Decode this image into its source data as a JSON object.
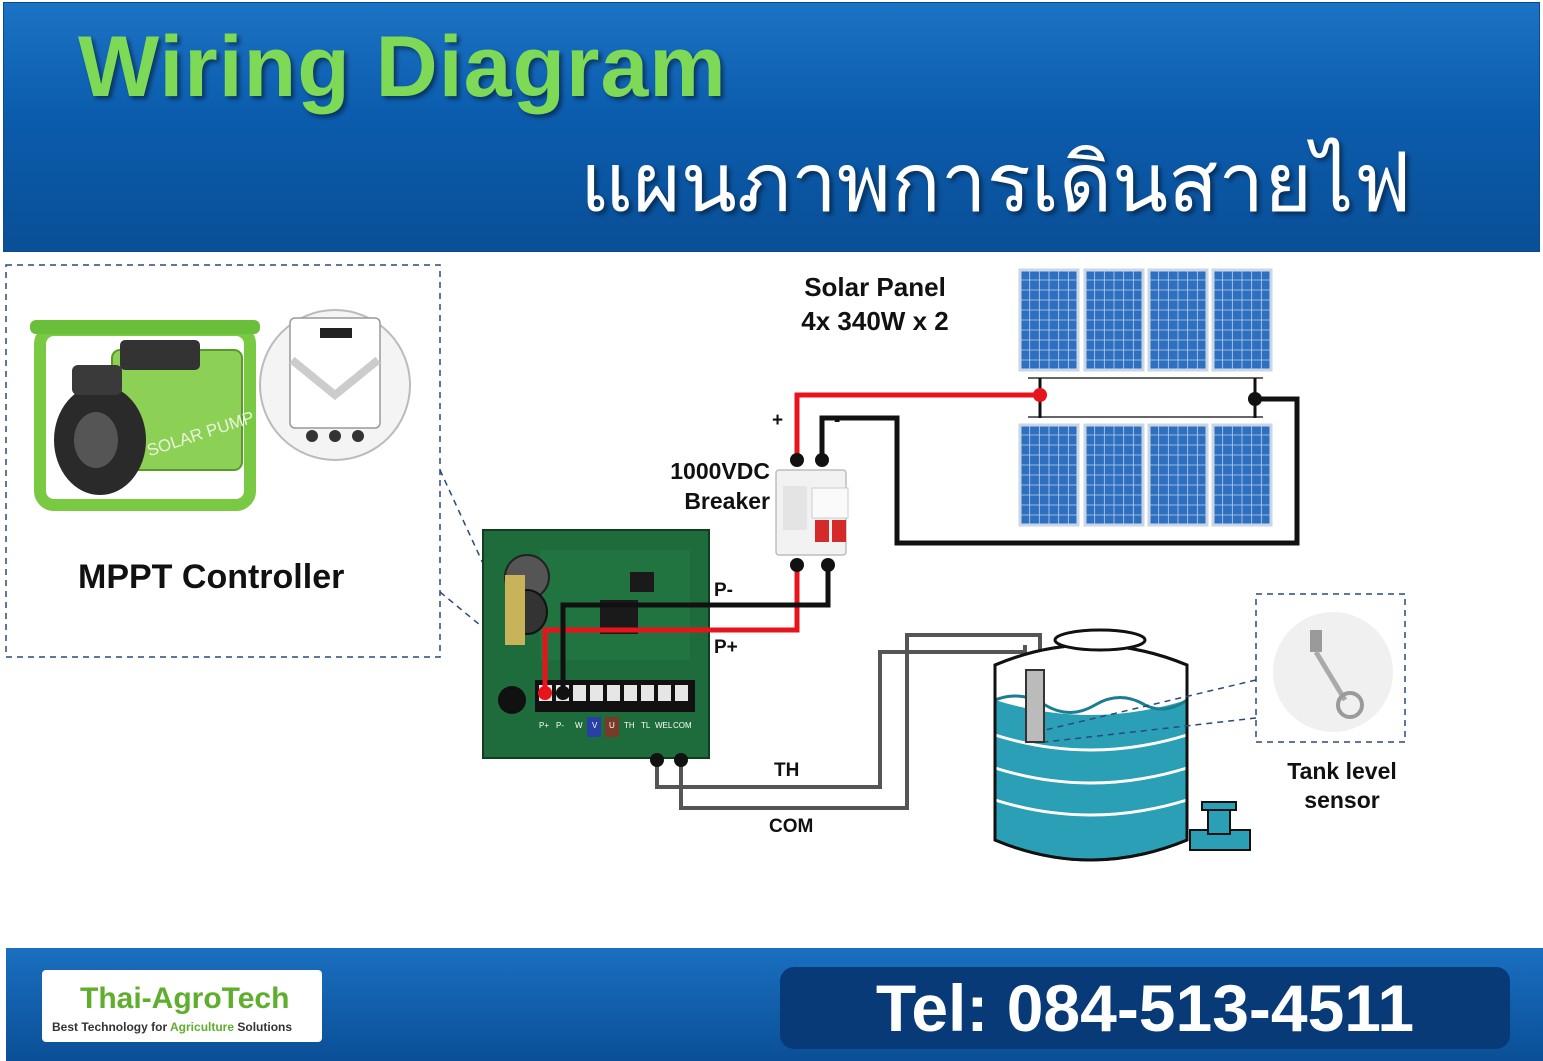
{
  "header": {
    "title": "Wiring Diagram",
    "subtitle": "แผนภาพการเดินสายไฟ"
  },
  "components": {
    "controller_label": "MPPT Controller",
    "pump_text": "SOLAR PUMP",
    "solar_panel_title": "Solar Panel",
    "solar_panel_spec": "4x 340W x 2",
    "breaker_line1": "1000VDC",
    "breaker_line2": "Breaker",
    "tank_sensor_line1": "Tank level",
    "tank_sensor_line2": "sensor"
  },
  "wire_labels": {
    "plus": "+",
    "minus": "-",
    "p_minus": "P-",
    "p_plus": "P+",
    "th": "TH",
    "com": "COM"
  },
  "terminal_labels": [
    "P+",
    "P-",
    "W",
    "V",
    "U",
    "TH",
    "TL",
    "WEL",
    "COM"
  ],
  "footer": {
    "logo_name": "Thai-AgroTech",
    "logo_tagline_1": "Best Technology for",
    "logo_tagline_2": "Agriculture",
    "logo_tagline_3": "Solutions",
    "tel": "Tel: 084-513-4511"
  },
  "colors": {
    "title_green": "#7ed957",
    "header_blue": "#0b5cad",
    "wire_red": "#e8141b",
    "wire_black": "#111111",
    "wire_gray": "#555555",
    "tank_teal": "#2a9fb5"
  }
}
